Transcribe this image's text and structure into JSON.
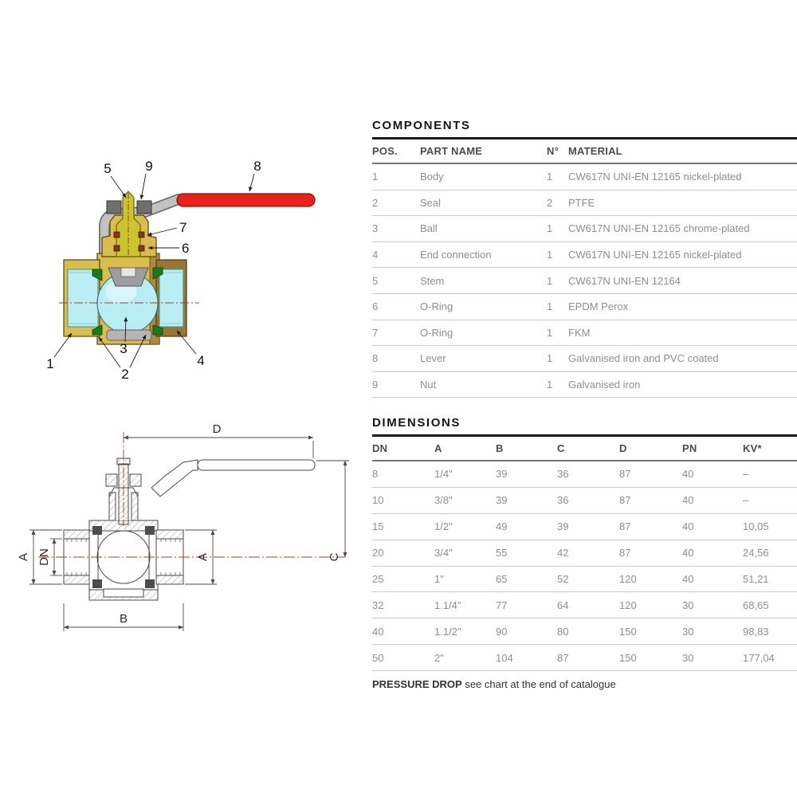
{
  "components": {
    "title": "COMPONENTS",
    "columns": {
      "pos": "POS.",
      "name": "PART NAME",
      "n": "N°",
      "material": "MATERIAL"
    },
    "rows": [
      {
        "pos": "1",
        "name": "Body",
        "n": "1",
        "material": "CW617N UNI-EN 12165 nickel-plated"
      },
      {
        "pos": "2",
        "name": "Seal",
        "n": "2",
        "material": "PTFE"
      },
      {
        "pos": "3",
        "name": "Ball",
        "n": "1",
        "material": "CW617N UNI-EN 12165 chrome-plated"
      },
      {
        "pos": "4",
        "name": "End connection",
        "n": "1",
        "material": "CW617N UNI-EN 12165 nickel-plated"
      },
      {
        "pos": "5",
        "name": "Stem",
        "n": "1",
        "material": "CW617N UNI-EN 12164"
      },
      {
        "pos": "6",
        "name": "O-Ring",
        "n": "1",
        "material": "EPDM Perox"
      },
      {
        "pos": "7",
        "name": "O-Ring",
        "n": "1",
        "material": "FKM"
      },
      {
        "pos": "8",
        "name": "Lever",
        "n": "1",
        "material": "Galvanised iron and PVC coated"
      },
      {
        "pos": "9",
        "name": "Nut",
        "n": "1",
        "material": "Galvanised iron"
      }
    ]
  },
  "dimensions": {
    "title": "DIMENSIONS",
    "columns": {
      "dn": "DN",
      "a": "A",
      "b": "B",
      "c": "C",
      "d": "D",
      "pn": "PN",
      "kv": "KV*"
    },
    "rows": [
      {
        "dn": "8",
        "a": "1/4\"",
        "b": "39",
        "c": "36",
        "d": "87",
        "pn": "40",
        "kv": "–"
      },
      {
        "dn": "10",
        "a": "3/8\"",
        "b": "39",
        "c": "36",
        "d": "87",
        "pn": "40",
        "kv": "–"
      },
      {
        "dn": "15",
        "a": "1/2\"",
        "b": "49",
        "c": "39",
        "d": "87",
        "pn": "40",
        "kv": "10,05"
      },
      {
        "dn": "20",
        "a": "3/4\"",
        "b": "55",
        "c": "42",
        "d": "87",
        "pn": "40",
        "kv": "24,56"
      },
      {
        "dn": "25",
        "a": "1\"",
        "b": "65",
        "c": "52",
        "d": "120",
        "pn": "40",
        "kv": "51,21"
      },
      {
        "dn": "32",
        "a": "1.1/4\"",
        "b": "77",
        "c": "64",
        "d": "120",
        "pn": "30",
        "kv": "68,65"
      },
      {
        "dn": "40",
        "a": "1.1/2\"",
        "b": "90",
        "c": "80",
        "d": "150",
        "pn": "30",
        "kv": "98,83"
      },
      {
        "dn": "50",
        "a": "2\"",
        "b": "104",
        "c": "87",
        "d": "150",
        "pn": "30",
        "kv": "177,04"
      }
    ],
    "note_bold": "PRESSURE DROP",
    "note_rest": " see chart at the end of catalogue"
  },
  "diagram": {
    "callouts": {
      "n1": "1",
      "n2": "2",
      "n3": "3",
      "n4": "4",
      "n5": "5",
      "n6": "6",
      "n7": "7",
      "n8": "8",
      "n9": "9"
    },
    "colors": {
      "body_brass": "#d9bd4e",
      "end_connection": "#9a7633",
      "ball": "#b7edf3",
      "stem": "#c9c430",
      "lever": "#e8211a",
      "arm_gray": "#c2c2c2",
      "seal_green": "#1c7a1e",
      "oring_red": "#8c3220",
      "seat_gray": "#9e9e9e",
      "centerline_red": "#b03a2a"
    }
  },
  "drawing": {
    "labels": {
      "d": "D",
      "c": "C",
      "a_left": "A",
      "dn": "DN",
      "a_right": "A",
      "b": "B"
    }
  }
}
